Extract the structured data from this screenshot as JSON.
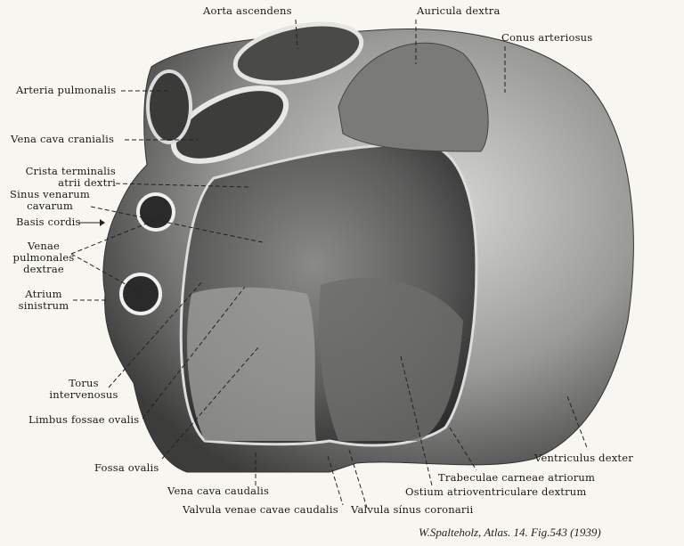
{
  "figure": {
    "labels": {
      "aorta_ascendens": "Aorta ascendens",
      "auricula_dextra": "Auricula dextra",
      "conus_arteriosus": "Conus arteriosus",
      "arteria_pulmonalis": "Arteria pulmonalis",
      "vena_cava_cranialis": "Vena cava cranialis",
      "crista_terminalis_1": "Crista terminalis",
      "crista_terminalis_2": "atrii dextri",
      "sinus_venarum_1": "Sinus venarum",
      "sinus_venarum_2": "cavarum",
      "basis_cordis": "Basis cordis",
      "venae_pulmonales_1": "Venae",
      "venae_pulmonales_2": "pulmonales",
      "venae_pulmonales_3": "dextrae",
      "atrium_sinistrum_1": "Atrium",
      "atrium_sinistrum_2": "sinistrum",
      "torus_1": "Torus",
      "torus_2": "intervenosus",
      "limbus_fossae_ovalis": "Limbus fossae ovalis",
      "fossa_ovalis": "Fossa ovalis",
      "vena_cava_caudalis": "Vena cava caudalis",
      "valvula_venae_cavae_caudalis": "Valvula venae cavae caudalis",
      "valvula_sinus_coronarii": "Valvula sínus coronarii",
      "ostium_atrioventriculare": "Ostium atrioventriculare dextrum",
      "trabeculae_carneae": "Trabeculae carneae atriorum",
      "ventriculus_dexter": "Ventriculus dexter"
    },
    "credit": "W.Spalteholz, Atlas. 14. Fig.543 (1939)"
  }
}
